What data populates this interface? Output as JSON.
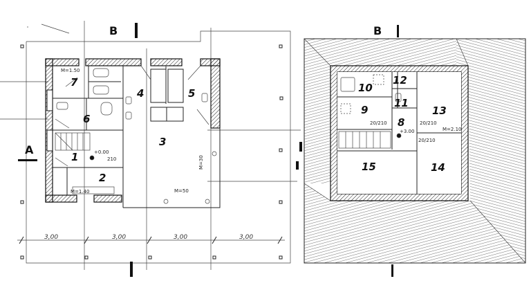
{
  "ground_floor": {
    "axis_b": "B",
    "axis_a": "A",
    "rooms": [
      "1",
      "2",
      "3",
      "4",
      "5",
      "6",
      "7"
    ],
    "notes": {
      "m150": "M=1.50",
      "m140": "M=1.40",
      "m30": "M=30",
      "m50": "M=50",
      "door1": "+0.00",
      "door2": "210"
    },
    "dimensions": [
      "3,00",
      "3,00",
      "3,00",
      "3,00"
    ]
  },
  "upper_floor": {
    "axis_b": "B",
    "rooms": [
      "8",
      "9",
      "10",
      "11",
      "12",
      "13",
      "14",
      "15"
    ],
    "notes": {
      "level": "+3.00",
      "m210": "M=2.10",
      "d1": "20/210",
      "d2": "20/210",
      "d3": "20/210"
    }
  }
}
